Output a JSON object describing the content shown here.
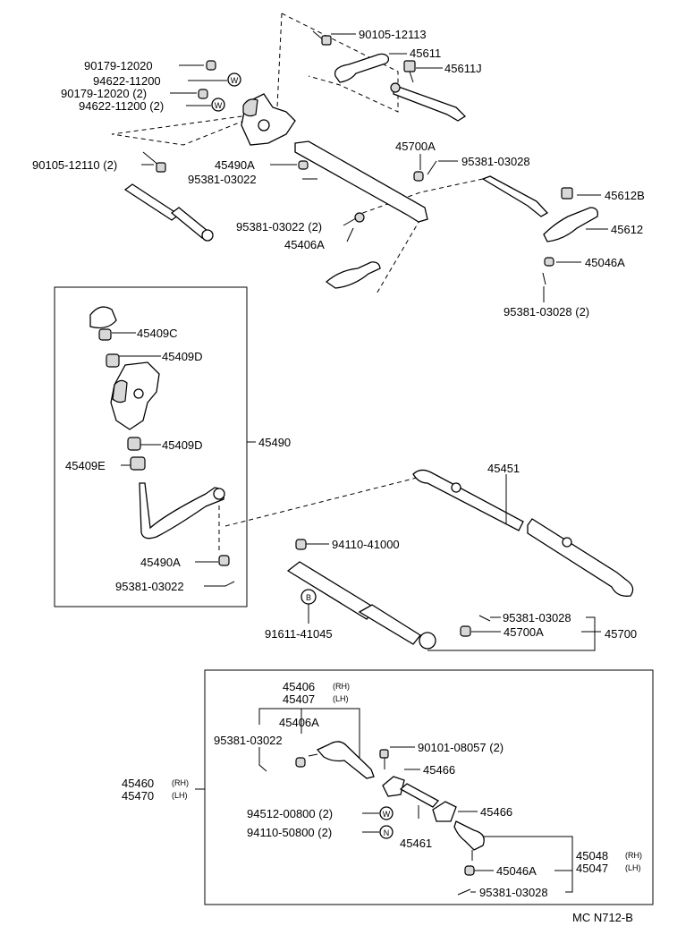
{
  "labels": {
    "p90105_12113": "90105-12113",
    "p45611": "45611",
    "p45611J": "45611J",
    "p90179_12020": "90179-12020",
    "p94622_11200": "94622-11200",
    "p90179_12020_2": "90179-12020 (2)",
    "p94622_11200_2": "94622-11200 (2)",
    "p90105_12110_2": "90105-12110 (2)",
    "p45700A_top": "45700A",
    "p95381_03028_top": "95381-03028",
    "p45490A_top": "45490A",
    "p95381_03022_top": "95381-03022",
    "p45612B": "45612B",
    "p95381_03022_2": "95381-03022 (2)",
    "p45406A_top": "45406A",
    "p45612": "45612",
    "p45046A_top": "45046A",
    "p95381_03028_2": "95381-03028 (2)",
    "p45409C": "45409C",
    "p45409D_a": "45409D",
    "p45409D_b": "45409D",
    "p45409E": "45409E",
    "p45490": "45490",
    "p45490A_mid": "45490A",
    "p95381_03022_mid": "95381-03022",
    "p45451": "45451",
    "p94110_41000": "94110-41000",
    "p91611_41045": "91611-41045",
    "p95381_03028_mid": "95381-03028",
    "p45700A_mid": "45700A",
    "p45700": "45700",
    "p45406": "45406",
    "p45407": "45407",
    "p45406A_bot": "45406A",
    "p95381_03022_bot": "95381-03022",
    "p90101_08057": "90101-08057 (2)",
    "p45466_a": "45466",
    "p45460": "45460",
    "p45470": "45470",
    "p45466_b": "45466",
    "p94512_00800": "94512-00800 (2)",
    "p94110_50800": "94110-50800 (2)",
    "p45461": "45461",
    "p45048": "45048",
    "p45047": "45047",
    "p45046A_bot": "45046A",
    "p95381_03028_bot": "95381-03028",
    "footer_code": "MC  N712-B"
  },
  "tags": {
    "rh1": "(RH)",
    "lh1": "(LH)",
    "rh2": "(RH)",
    "lh2": "(LH)",
    "rh3": "(RH)",
    "lh3": "(LH)"
  },
  "symbols": {
    "w1": "W",
    "w2": "W",
    "b1": "B",
    "w3": "W",
    "n1": "N"
  }
}
